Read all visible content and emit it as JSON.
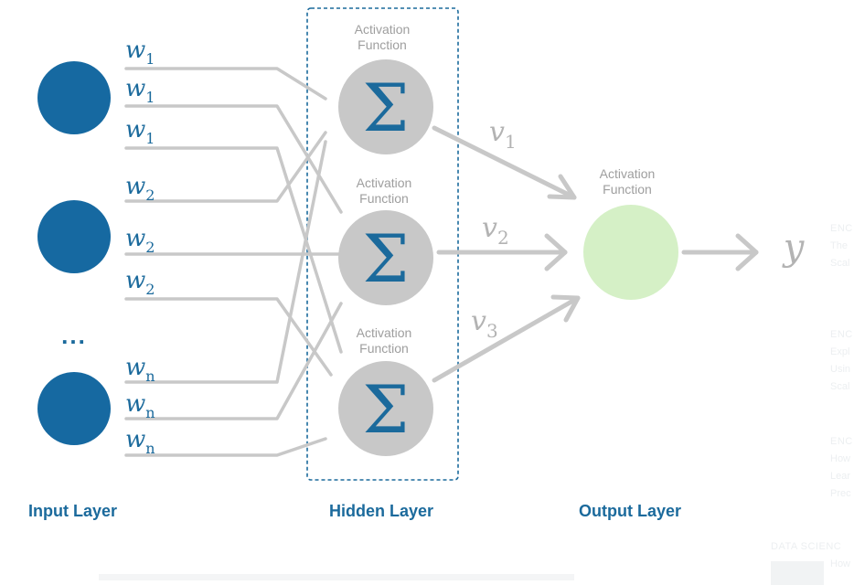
{
  "layers": {
    "input_label": "Input Layer",
    "hidden_label": "Hidden Layer",
    "output_label": "Output Layer"
  },
  "neuron_caption": [
    "Activation",
    "Function"
  ],
  "sum_symbol": "Σ",
  "input_ellipsis": "...",
  "weights": {
    "w1": {
      "base": "w",
      "sub": "1"
    },
    "w2": {
      "base": "w",
      "sub": "2"
    },
    "wn": {
      "base": "w",
      "sub": "n"
    }
  },
  "output_weights": [
    {
      "base": "v",
      "sub": "1"
    },
    {
      "base": "v",
      "sub": "2"
    },
    {
      "base": "v",
      "sub": "3"
    }
  ],
  "output_symbol": "y",
  "sidebar_ghost": {
    "item1": {
      "category": "ENC",
      "lines": [
        "The",
        "Scal"
      ]
    },
    "item2": {
      "category": "ENC",
      "lines": [
        "Expl",
        "Usin",
        "Scal"
      ]
    },
    "item3": {
      "category": "ENC",
      "lines": [
        "How",
        "Lear",
        "Prec"
      ]
    },
    "item4": {
      "category": "DATA SCIENC",
      "lines": [
        "How"
      ]
    }
  },
  "colors": {
    "input_node": "#1669a1",
    "hidden_node": "#c8c8c8",
    "sigma": "#1b6a9c",
    "output_node": "#d5f0c6",
    "connection": "#c8c8c8",
    "weight_text": "#1b6a9c",
    "caption_text": "#9e9e9e",
    "output_text": "#b3b3b3",
    "label": "#1b6a9c",
    "dashed_box": "#1b6a9c"
  }
}
